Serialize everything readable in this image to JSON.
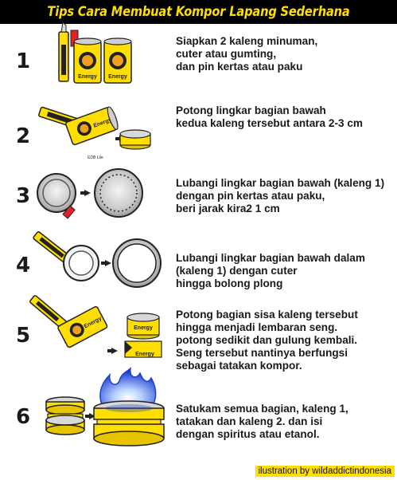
{
  "title": "Tips Cara Membuat Kompor Lapang Sederhana",
  "can_label": "Energy",
  "can_small_label": "EDB Lite",
  "steps": [
    {
      "number": "1",
      "text": "Siapkan 2 kaleng minuman,\ncuter atau gumting,\ndan pin kertas atau paku"
    },
    {
      "number": "2",
      "text": "Potong lingkar bagian bawah\nkedua kaleng tersebut antara 2-3 cm"
    },
    {
      "number": "3",
      "text": "Lubangi lingkar bagian bawah (kaleng 1)\ndengan pin kertas atau paku,\nberi jarak kira2 1 cm"
    },
    {
      "number": "4",
      "text": "Lubangi lingkar bagian bawah dalam\n(kaleng 1) dengan cuter\nhingga bolong plong"
    },
    {
      "number": "5",
      "text": "Potong bagian sisa kaleng tersebut\nhingga menjadi lembaran seng.\npotong sedikit dan gulung kembali.\nSeng tersebut nantinya berfungsi\nsebagai tatakan kompor."
    },
    {
      "number": "6",
      "text": "Satukam semua bagian, kaleng 1,\ntatakan dan kaleng 2. dan isi\ndengan spiritus atau etanol."
    }
  ],
  "credit": "ilustration by wildaddictindonesia",
  "colors": {
    "accent": "#ffde00",
    "dark": "#1a1a1a",
    "red": "#e0202a",
    "flame": "#2a4fd6"
  }
}
